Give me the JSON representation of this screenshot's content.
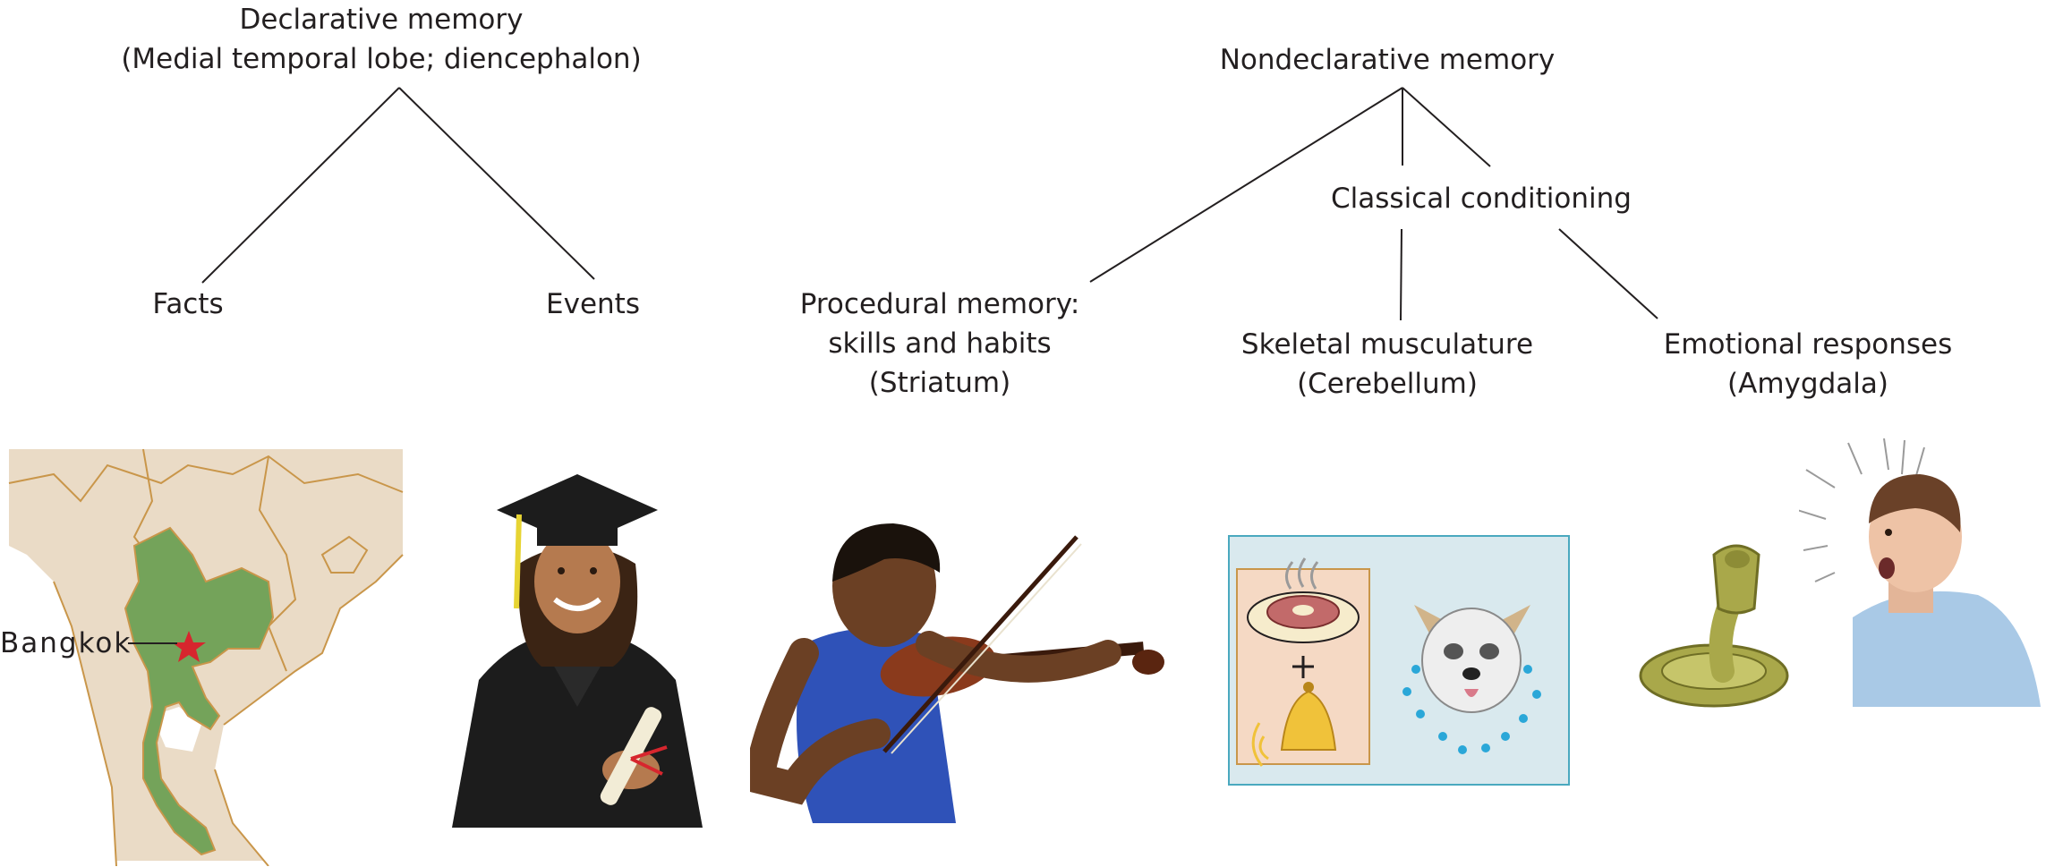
{
  "diagram": {
    "declarative": {
      "title": "Declarative memory",
      "subtitle": "(Medial temporal lobe; diencephalon)",
      "facts": "Facts",
      "events": "Events"
    },
    "nondeclarative": {
      "title": "Nondeclarative memory",
      "classical": "Classical conditioning",
      "procedural": {
        "line1": "Procedural memory:",
        "line2": "skills and habits",
        "line3": "(Striatum)"
      },
      "skeletal": {
        "line1": "Skeletal musculature",
        "line2": "(Cerebellum)"
      },
      "emotional": {
        "line1": "Emotional responses",
        "line2": "(Amygdala)"
      }
    },
    "illustrations": {
      "map_city_label": "Bangkok",
      "map_icon": "thailand-map",
      "graduate_icon": "graduate-with-diploma",
      "violinist_icon": "boy-playing-violin",
      "conditioning_icon": "meat-plus-bell-and-drooling-dog",
      "snake_icon": "cobra",
      "startled_man_icon": "startled-man"
    }
  },
  "colors": {
    "line": "#231f20",
    "map_land": "#eadbc6",
    "map_border": "#c9964a",
    "map_thailand": "#74a35a",
    "star": "#d7262e",
    "panel_fill": "#d9e9ee",
    "panel_border": "#4aa9bf",
    "robe": "#1c1c1c",
    "shirt": "#2f52b8",
    "violin": "#8a3a1c",
    "snake": "#a9a84a"
  }
}
